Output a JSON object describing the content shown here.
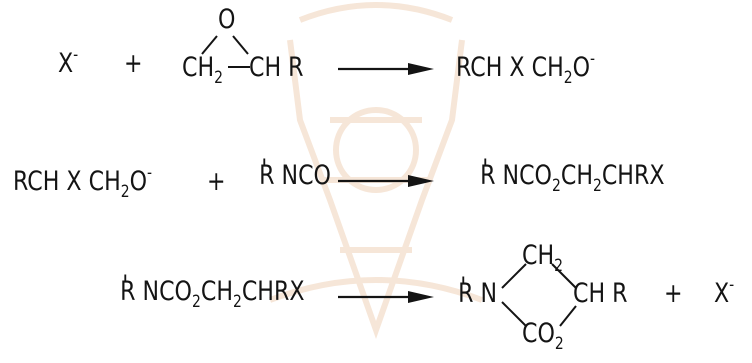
{
  "reactions": [
    {
      "reactant1": {
        "text": "X",
        "charge": "-"
      },
      "plus": "+",
      "reactant2": {
        "epoxide_oxygen": "O",
        "ch2": "CH",
        "ch2_sub": "2",
        "ch": "CH R"
      },
      "product": {
        "a": "RCH X CH",
        "sub": "2",
        "b": "O",
        "charge": "-"
      }
    },
    {
      "reactant1": {
        "a": "RCH X CH",
        "sub": "2",
        "b": "O",
        "charge": "-"
      },
      "plus": "+",
      "reactant2": {
        "prime": "'",
        "text": "R NCO"
      },
      "product": {
        "prime": "'",
        "a": "R NCO",
        "sub1": "2",
        "b": "CH",
        "sub2": "2",
        "c": "CHRX"
      }
    },
    {
      "reactant": {
        "prime": "'",
        "a": "R NCO",
        "sub1": "2",
        "b": "CH",
        "sub2": "2",
        "c": "CHRX"
      },
      "product": {
        "prime": "'",
        "rn": "R N",
        "ch2": "CH",
        "ch2_sub": "2",
        "chr": "CH R",
        "co2": "CO",
        "co2_sub": "2"
      },
      "plus": "+",
      "byproduct": {
        "text": "X",
        "charge": "-"
      }
    }
  ],
  "colors": {
    "ink": "#141414",
    "watermark": "#f3dcc8"
  }
}
